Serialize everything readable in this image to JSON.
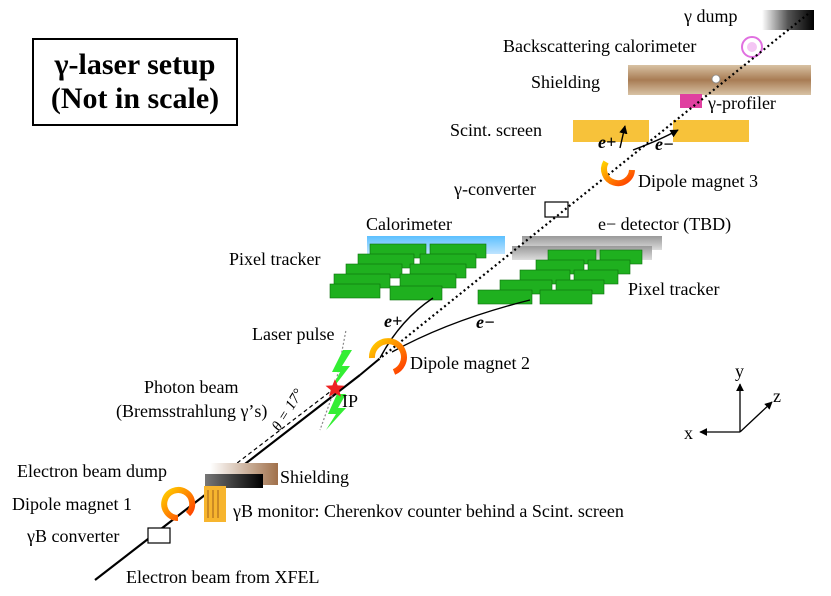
{
  "title": {
    "line1": "γ-laser setup",
    "line2": "(Not in scale)"
  },
  "labels": {
    "gamma_dump": "γ dump",
    "backscattering_calorimeter": "Backscattering calorimeter",
    "shielding_top": "Shielding",
    "gamma_profiler": "γ-profiler",
    "scint_screen": "Scint. screen",
    "positron_top": "e+",
    "electron_top": "e−",
    "dipole_magnet_3": "Dipole magnet 3",
    "gamma_converter": "γ-converter",
    "calorimeter": "Calorimeter",
    "e_detector": "e− detector (TBD)",
    "pixel_tracker_left": "Pixel tracker",
    "pixel_tracker_right": "Pixel tracker",
    "positron_mid": "e+",
    "electron_mid": "e−",
    "laser_pulse": "Laser pulse",
    "dipole_magnet_2": "Dipole magnet 2",
    "photon_beam_line1": "Photon beam",
    "photon_beam_line2": "(Bremsstrahlung γ’s)",
    "ip": "IP",
    "theta": "θ = 17°",
    "electron_beam_dump": "Electron beam dump",
    "shielding_bottom": "Shielding",
    "dipole_magnet_1": "Dipole magnet 1",
    "gamma_b_monitor": "γB monitor: Cherenkov counter behind a Scint. screen",
    "gamma_b_converter": "γB converter",
    "electron_beam_source": "Electron beam from XFEL"
  },
  "axes": {
    "x": "x",
    "y": "y",
    "z": "z"
  },
  "colors": {
    "tracker_green": "#1fb01f",
    "calorimeter_blue": "#39a8f0",
    "detector_gray": "#a8a8a8",
    "shielding_brown": "#b5906a",
    "scint_yellow": "#f7c23a",
    "profiler_pink": "#e040a0",
    "magnet_orange": "#f07818",
    "laser_green": "#33ee33",
    "ip_red": "#ee2222"
  }
}
